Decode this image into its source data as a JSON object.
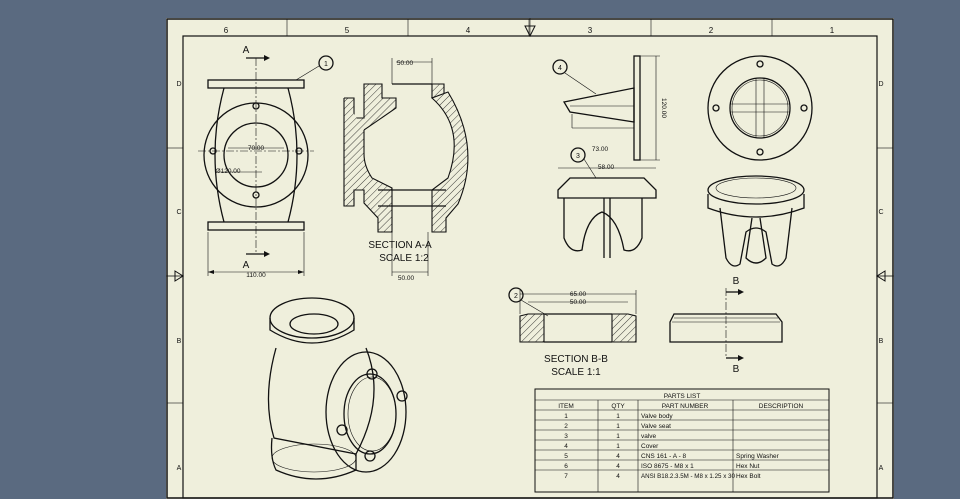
{
  "border": {
    "columns": [
      "6",
      "5",
      "4",
      "3",
      "2",
      "1"
    ],
    "rows": [
      "D",
      "C",
      "B",
      "A"
    ]
  },
  "views": {
    "section_aa_title": "SECTION A-A",
    "section_aa_scale": "SCALE 1:2",
    "section_bb_title": "SECTION B-B",
    "section_bb_scale": "SCALE 1:1",
    "cut_a": "A",
    "cut_b": "B"
  },
  "dimensions": {
    "d_50_top": "50.00",
    "d_50_bottom": "50.00",
    "d_70": "70.00",
    "d_120_dia": "Ø120.00",
    "d_110": "110.00",
    "d_73": "73.00",
    "d_120_vert": "120.00",
    "d_58": "58.00",
    "d_65": "65.00",
    "d_50_seat": "50.00"
  },
  "balloons": [
    "1",
    "2",
    "3",
    "4"
  ],
  "parts_list": {
    "title": "PARTS LIST",
    "headers": [
      "ITEM",
      "QTY",
      "PART NUMBER",
      "DESCRIPTION"
    ],
    "rows": [
      [
        "1",
        "1",
        "Valve body",
        ""
      ],
      [
        "2",
        "1",
        "Valve seat",
        ""
      ],
      [
        "3",
        "1",
        "valve",
        ""
      ],
      [
        "4",
        "1",
        "Cover",
        ""
      ],
      [
        "5",
        "4",
        "CNS 161 - A - 8",
        "Spring Washer"
      ],
      [
        "6",
        "4",
        "ISO 8675 - M8 x 1",
        "Hex Nut"
      ],
      [
        "7",
        "4",
        "ANSI B18.2.3.5M - M8 x 1.25 x 30",
        "Hex Bolt"
      ]
    ]
  },
  "colors": {
    "background": "#5a6a80",
    "sheet": "#efefdc",
    "ink": "#111111"
  }
}
